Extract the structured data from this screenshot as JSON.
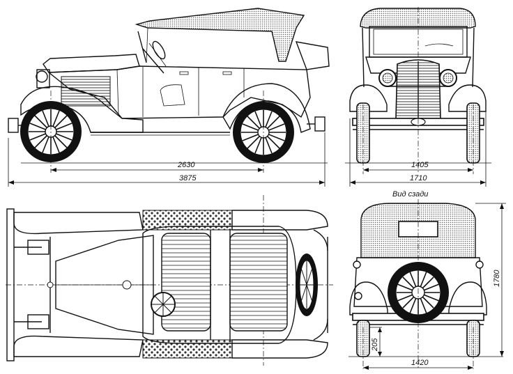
{
  "views": {
    "side": {
      "dims": {
        "wheelbase": "2630",
        "length": "3875"
      }
    },
    "front": {
      "dims": {
        "track": "1405",
        "width": "1710"
      }
    },
    "rear": {
      "caption": "Вид сзади",
      "dims": {
        "height": "1780",
        "clearance": "205",
        "track": "1420"
      }
    }
  },
  "colors": {
    "ink": "#111111",
    "paper": "#ffffff",
    "hatch": "#888888"
  }
}
